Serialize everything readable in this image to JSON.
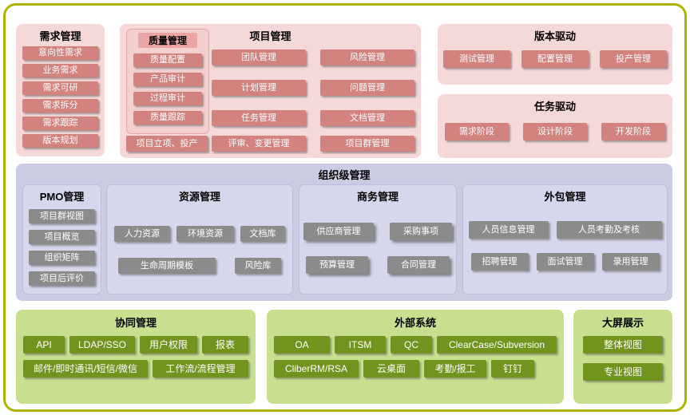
{
  "requirements": {
    "title": "需求管理",
    "items": [
      "意向性需求",
      "业务需求",
      "需求可研",
      "需求拆分",
      "需求跟踪",
      "版本规划"
    ]
  },
  "project": {
    "title": "项目管理",
    "quality": {
      "title": "质量管理",
      "items": [
        "质量配置",
        "产品审计",
        "过程审计",
        "质量跟踪"
      ]
    },
    "col1": [
      "团队管理",
      "计划管理",
      "任务管理"
    ],
    "col2": [
      "风险管理",
      "问题管理",
      "文档管理"
    ],
    "bottom": [
      "项目立项、投产",
      "评审、变更管理",
      "项目群管理"
    ]
  },
  "version_driven": {
    "title": "版本驱动",
    "items": [
      "测试管理",
      "配置管理",
      "投产管理"
    ]
  },
  "task_driven": {
    "title": "任务驱动",
    "items": [
      "需求阶段",
      "设计阶段",
      "开发阶段"
    ]
  },
  "org": {
    "title": "组织级管理",
    "pmo": {
      "title": "PMO管理",
      "items": [
        "项目群视图",
        "项目概览",
        "组织矩阵",
        "项目后评价"
      ]
    },
    "resource": {
      "title": "资源管理",
      "row1": [
        "人力资源",
        "环境资源",
        "文档库"
      ],
      "row2": [
        "生命周期模板",
        "风险库"
      ]
    },
    "business": {
      "title": "商务管理",
      "row1": [
        "供应商管理",
        "采购事项"
      ],
      "row2": [
        "预算管理",
        "合同管理"
      ]
    },
    "outsourcing": {
      "title": "外包管理",
      "row1": [
        "人员信息管理",
        "人员考勤及考核"
      ],
      "row2": [
        "招聘管理",
        "面试管理",
        "录用管理"
      ]
    }
  },
  "collaboration": {
    "title": "协同管理",
    "row1": [
      "API",
      "LDAP/SSO",
      "用户权限",
      "报表"
    ],
    "row2": [
      "邮件/即时通讯/短信/微信",
      "工作流/流程管理"
    ]
  },
  "external": {
    "title": "外部系统",
    "row1": [
      "OA",
      "ITSM",
      "QC",
      "ClearCase/Subversion"
    ],
    "row2": [
      "CliberRM/RSA",
      "云桌面",
      "考勤/报工",
      "钉钉"
    ]
  },
  "display": {
    "title": "大屏展示",
    "items": [
      "整体视图",
      "专业视图"
    ]
  },
  "colors": {
    "outer_border": "#ADB400",
    "pink_panel": "#F5D8D8",
    "pink_button": "#D2827F",
    "lavender_panel": "#CBCBE4",
    "lavender_subpanel": "#D6D6EC",
    "gray_button": "#8B8B8B",
    "green_panel": "#C8DF90",
    "green_button": "#73931F"
  }
}
